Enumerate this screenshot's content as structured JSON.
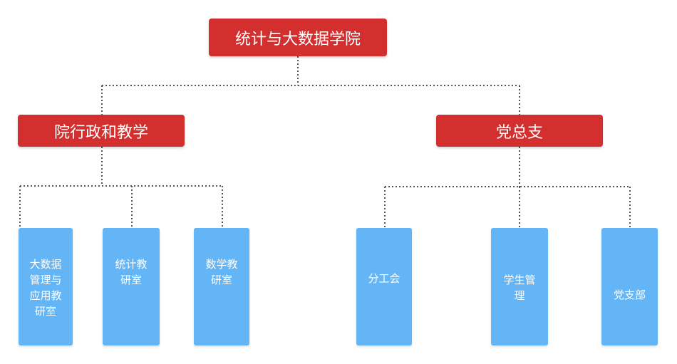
{
  "colors": {
    "red_node": "#d32f2f",
    "blue_node": "#64b5f6",
    "connector": "#555555",
    "text": "#ffffff"
  },
  "root": {
    "label": "统计与大数据学院"
  },
  "admin": {
    "label": "院行政和教学",
    "children": [
      {
        "label": "大数据管理与应用教研室"
      },
      {
        "label": "统计教研室"
      },
      {
        "label": "数学教研室"
      }
    ]
  },
  "party": {
    "label": "党总支",
    "children": [
      {
        "label": "分工会"
      },
      {
        "label": "学生管理"
      },
      {
        "label": "党支部"
      }
    ]
  }
}
